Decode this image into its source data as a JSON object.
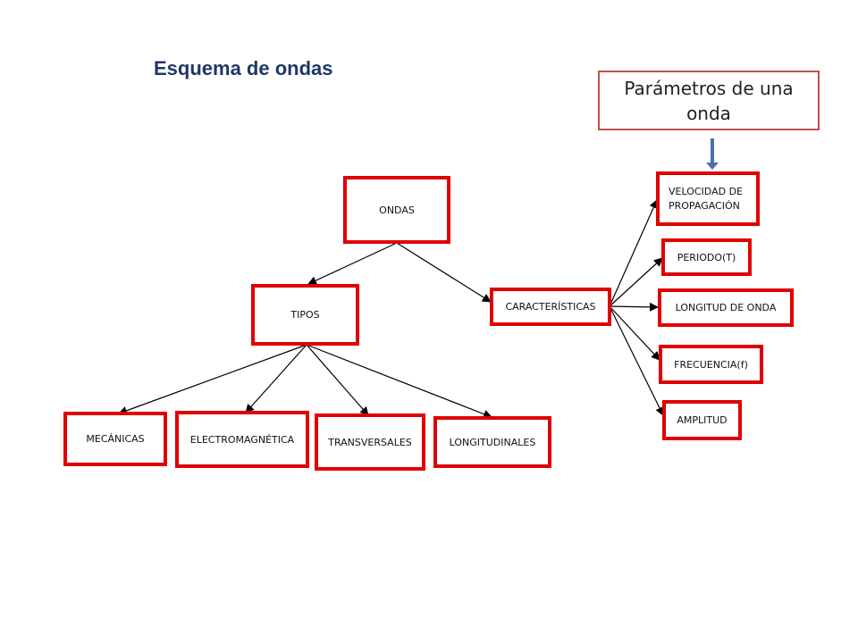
{
  "title": "Esquema de ondas",
  "callout": "Parámetros de una onda",
  "nodes": {
    "ondas": "ONDAS",
    "tipos": "TIPOS",
    "caracteristicas": "CARACTERÍSTICAS",
    "mecanicas": "MECÁNICAS",
    "electromagnetica": "ELECTROMAGNÉTICA",
    "transversales": "TRANSVERSALES",
    "longitudinales": "LONGITUDINALES",
    "velocidad": "VELOCIDAD DE PROPAGACIÓN",
    "periodo": "PERIODO(T)",
    "longitud_onda": "LONGITUD DE ONDA",
    "frecuencia": "FRECUENCIA(f)",
    "amplitud": "AMPLITUD"
  },
  "colors": {
    "node_border": "#e00000",
    "title": "#1f3864",
    "callout_border": "#c0504d",
    "callout_arrow": "#4f6fa8"
  }
}
